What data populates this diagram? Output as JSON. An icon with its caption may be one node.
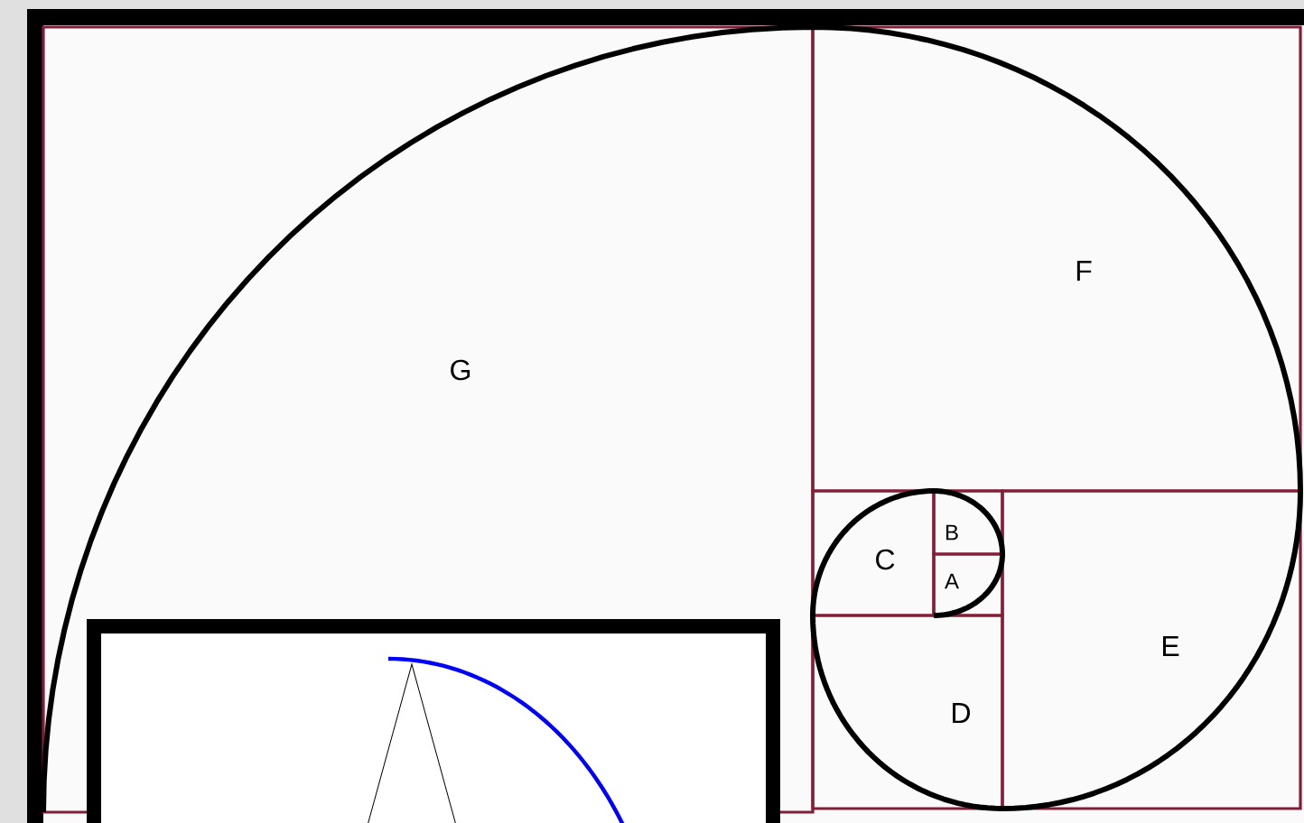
{
  "diagram": {
    "nodes": [
      {
        "text": [
          "G"
        ]
      },
      {
        "text": [
          "F"
        ]
      },
      {
        "text": [
          "C"
        ]
      },
      {
        "text": [
          "B"
        ]
      },
      {
        "text": [
          "A"
        ]
      },
      {
        "text": [
          "E"
        ]
      },
      {
        "text": [
          "D"
        ]
      }
    ]
  }
}
